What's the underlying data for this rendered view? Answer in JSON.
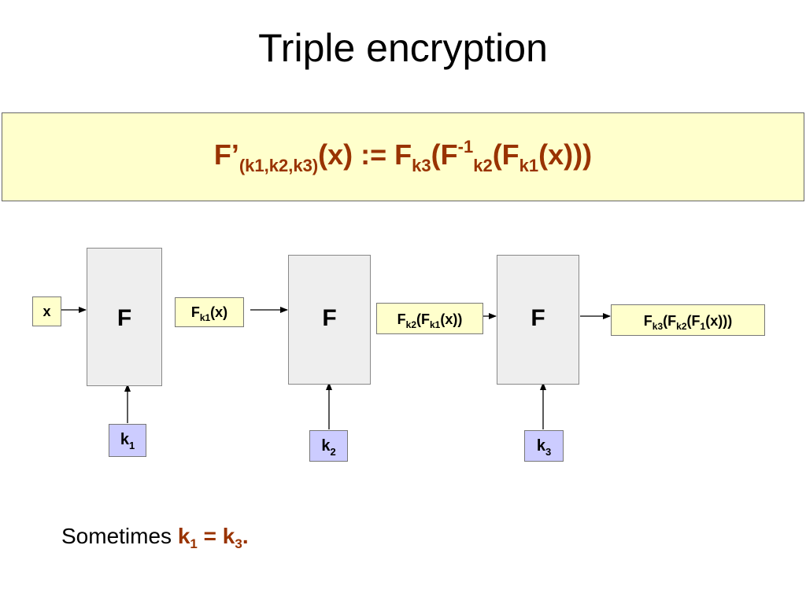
{
  "title": "Triple encryption",
  "formula": {
    "f_prime": "F’",
    "params": "(k1,k2,k3)",
    "x_def": "(x) := F",
    "k3": "k3",
    "f_open": "(F",
    "inv": "-1",
    "k2": "k2",
    "f_open2": "(F",
    "k1": "k1",
    "tail": "(x)))"
  },
  "blocks": [
    {
      "label": "F"
    },
    {
      "label": "F"
    },
    {
      "label": "F"
    }
  ],
  "input": {
    "label": "x"
  },
  "intermediate_1": {
    "f": "F",
    "k": "k1",
    "rest": "(x)"
  },
  "intermediate_2": {
    "f": "F",
    "k": "k2",
    "mid": "(F",
    "k_inner": "k1",
    "rest": "(x))"
  },
  "output": {
    "f": "F",
    "k": "k3",
    "mid": "(F",
    "k_mid": "k2",
    "mid2": "(F",
    "k_inner": "1",
    "rest": "(x)))"
  },
  "keys": [
    {
      "base": "k",
      "sub": "1"
    },
    {
      "base": "k",
      "sub": "2"
    },
    {
      "base": "k",
      "sub": "3"
    }
  ],
  "note": {
    "prefix": "Sometimes ",
    "k_a": "k",
    "sub_a": "1",
    "eq": " = ",
    "k_b": "k",
    "sub_b": "3",
    "end": "."
  }
}
